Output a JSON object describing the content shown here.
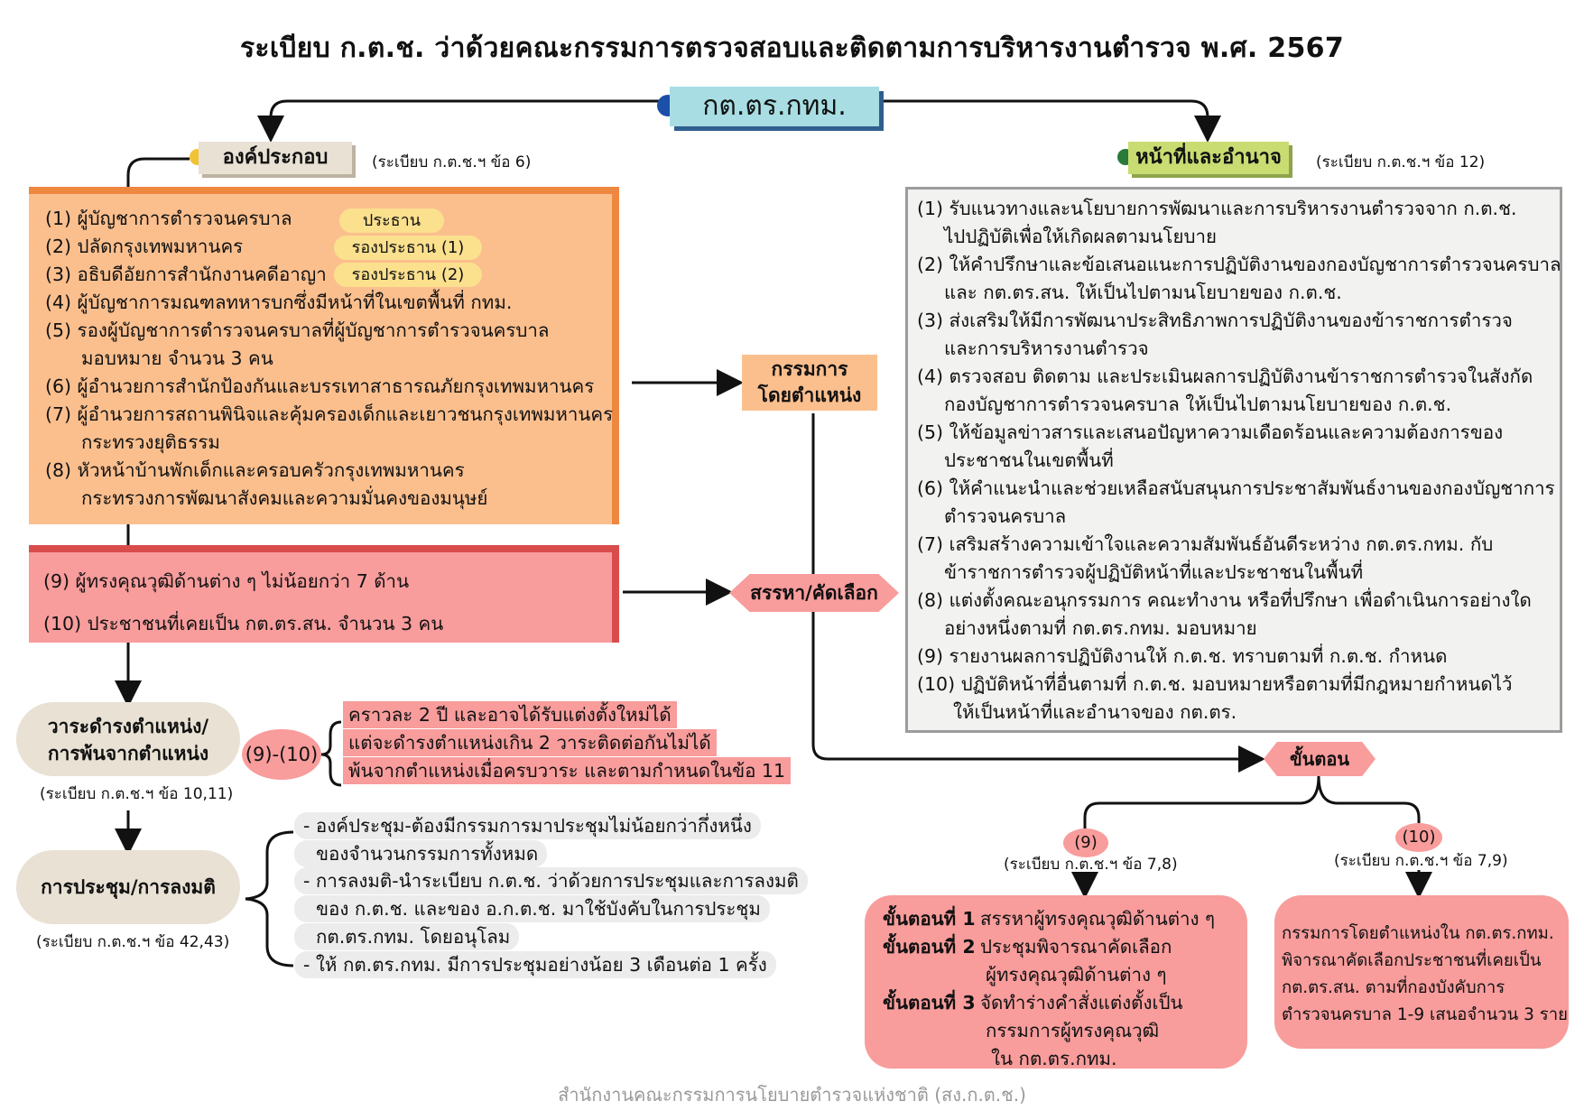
{
  "title": "ระเบียบ ก.ต.ช. ว่าด้วยคณะกรรมการตรวจสอบและติดตามการบริหารงานตำรวจ พ.ศ. 2567",
  "root": "กต.ตร.กทม.",
  "composition": {
    "label": "องค์ประกอบ",
    "ref": "(ระเบียบ ก.ต.ช.ฯ ข้อ 6)",
    "items": [
      "(1) ผู้บัญชาการตำรวจนครบาล",
      "(2) ปลัดกรุงเทพมหานคร",
      "(3) อธิบดีอัยการสำนักงานคดีอาญา",
      "(4) ผู้บัญชาการมณฑลทหารบกซึ่งมีหน้าที่ในเขตพื้นที่ กทม.",
      "(5) รองผู้บัญชาการตำรวจนครบาลที่ผู้บัญชาการตำรวจนครบาล",
      "มอบหมาย จำนวน 3 คน",
      "(6) ผู้อำนวยการสำนักป้องกันและบรรเทาสาธารณภัยกรุงเทพมหานคร",
      "(7) ผู้อำนวยการสถานพินิจและคุ้มครองเด็กและเยาวชนกรุงเทพมหานคร",
      "กระทรวงยุติธรรม",
      "(8) หัวหน้าบ้านพักเด็กและครอบครัวกรุงเทพมหานคร",
      "กระทรวงการพัฒนาสังคมและความมั่นคงของมนุษย์"
    ],
    "roles": [
      "ประธาน",
      "รองประธาน (1)",
      "รองประธาน (2)"
    ],
    "selected_items": [
      "(9) ผู้ทรงคุณวุฒิด้านต่าง ๆ ไม่น้อยกว่า 7 ด้าน",
      "(10) ประชาชนที่เคยเป็น กต.ตร.สน. จำนวน 3 คน"
    ]
  },
  "ex_officio": "กรรมการ\nโดยตำแหน่ง",
  "recruit": "สรรหา/คัดเลือก",
  "term": {
    "label_line1": "วาระดำรงตำแหน่ง/",
    "label_line2": "การพ้นจากตำแหน่ง",
    "ref": "(ระเบียบ ก.ต.ช.ฯ ข้อ 10,11)",
    "badge": "(9)-(10)",
    "lines": [
      "คราวละ 2 ปี และอาจได้รับแต่งตั้งใหม่ได้",
      "แต่จะดำรงตำแหน่งเกิน 2 วาระติดต่อกันไม่ได้",
      "พ้นจากตำแหน่งเมื่อครบวาระ และตามกำหนดในข้อ 11"
    ]
  },
  "meeting": {
    "label": "การประชุม/การลงมติ",
    "ref": "(ระเบียบ ก.ต.ช.ฯ ข้อ 42,43)",
    "lines": [
      "- องค์ประชุม-ต้องมีกรรมการมาประชุมไม่น้อยกว่ากึ่งหนึ่ง",
      "ของจำนวนกรรมการทั้งหมด",
      "- การลงมติ-นำระเบียบ ก.ต.ช. ว่าด้วยการประชุมและการลงมติ",
      "ของ ก.ต.ช. และของ อ.ก.ต.ช. มาใช้บังคับในการประชุม",
      "กต.ตร.กทม. โดยอนุโลม",
      "- ให้ กต.ตร.กทม. มีการประชุมอย่างน้อย 3 เดือนต่อ 1 ครั้ง"
    ]
  },
  "duties": {
    "label": "หน้าที่และอำนาจ",
    "ref": "(ระเบียบ ก.ต.ช.ฯ ข้อ 12)",
    "items": [
      "(1) รับแนวทางและนโยบายการพัฒนาและการบริหารงานตำรวจจาก ก.ต.ช.",
      "ไปปฏิบัติเพื่อให้เกิดผลตามนโยบาย",
      "(2) ให้คำปรึกษาและข้อเสนอแนะการปฏิบัติงานของกองบัญชาการตำรวจนครบาล",
      "และ กต.ตร.สน. ให้เป็นไปตามนโยบายของ ก.ต.ช.",
      "(3) ส่งเสริมให้มีการพัฒนาประสิทธิภาพการปฏิบัติงานของข้าราชการตำรวจ",
      "และการบริหารงานตำรวจ",
      "(4) ตรวจสอบ ติดตาม และประเมินผลการปฏิบัติงานข้าราชการตำรวจในสังกัด",
      "กองบัญชาการตำรวจนครบาล  ให้เป็นไปตามนโยบายของ ก.ต.ช.",
      "(5) ให้ข้อมูลข่าวสารและเสนอปัญหาความเดือดร้อนและความต้องการของ",
      "ประชาชนในเขตพื้นที่",
      "(6) ให้คำแนะนำและช่วยเหลือสนับสนุนการประชาสัมพันธ์งานของกองบัญชาการ",
      "ตำรวจนครบาล",
      "(7) เสริมสร้างความเข้าใจและความสัมพันธ์อันดีระหว่าง กต.ตร.กทม. กับ",
      "ข้าราชการตำรวจผู้ปฏิบัติหน้าที่และประชาชนในพื้นที่",
      "(8) แต่งตั้งคณะอนุกรรมการ คณะทำงาน หรือที่ปรึกษา เพื่อดำเนินการอย่างใด",
      "อย่างหนึ่งตามที่ กต.ตร.กทม. มอบหมาย",
      "(9) รายงานผลการปฏิบัติงานให้ ก.ต.ช. ทราบตามที่ ก.ต.ช. กำหนด",
      "(10) ปฏิบัติหน้าที่อื่นตามที่ ก.ต.ช. มอบหมายหรือตามที่มีกฎหมายกำหนดไว้",
      "ให้เป็นหน้าที่และอำนาจของ กต.ตร."
    ]
  },
  "steps": {
    "label": "ขั้นตอน",
    "b9": "(9)",
    "b9_ref": "(ระเบียบ ก.ต.ช.ฯ ข้อ 7,8)",
    "b10": "(10)",
    "b10_ref": "(ระเบียบ ก.ต.ช.ฯ ข้อ 7,9)",
    "s1_head": "ขั้นตอนที่ 1",
    "s1_text": "สรรหาผู้ทรงคุณวุฒิด้านต่าง ๆ",
    "s2_head": "ขั้นตอนที่ 2",
    "s2_text1": "ประชุมพิจารณาคัดเลือก",
    "s2_text2": "ผู้ทรงคุณวุฒิด้านต่าง ๆ",
    "s3_head": "ขั้นตอนที่ 3",
    "s3_text1": "จัดทำร่างคำสั่งแต่งตั้งเป็น",
    "s3_text2": "กรรมการผู้ทรงคุณวุฒิ",
    "s3_text3": "ใน กต.ตร.กทม.",
    "right_lines": [
      "กรรมการโดยตำแหน่งใน กต.ตร.กทม.",
      "พิจารณาคัดเลือกประชาชนที่เคยเป็น",
      "กต.ตร.สน. ตามที่กองบังคับการ",
      "ตำรวจนครบาล 1-9 เสนอจำนวน 3 ราย"
    ]
  },
  "footer": "สำนักงานคณะกรรมการนโยบายตำรวจแห่งชาติ (สง.ก.ต.ช.)",
  "colors": {
    "orange": "#fbbf8e",
    "orange_border": "#ee8740",
    "red": "#f89c9c",
    "red_border": "#d94c4c",
    "teal": "#a7dde3",
    "green": "#c8dc72",
    "beige": "#e8e1d4",
    "yellow": "#fbe08e"
  }
}
